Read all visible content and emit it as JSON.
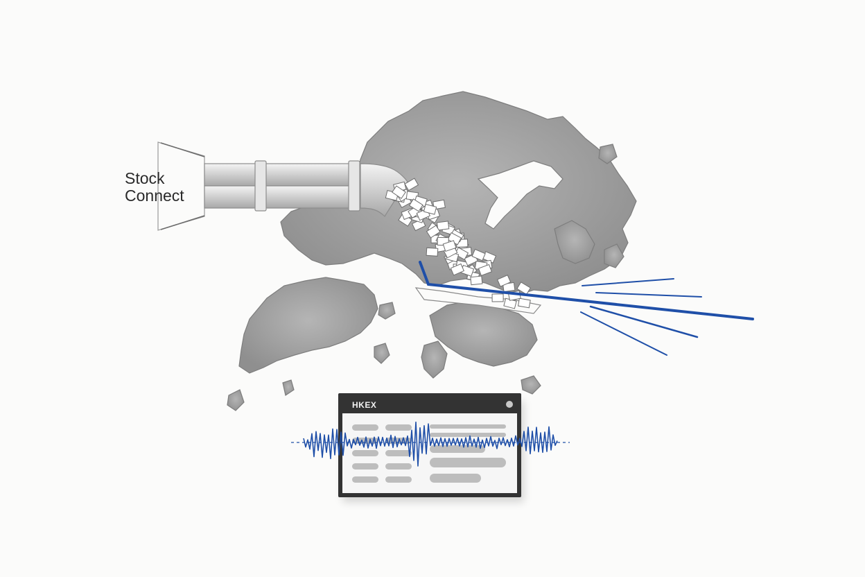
{
  "connector": {
    "label_line1": "Stock",
    "label_line2": "Connect"
  },
  "exchange_panel": {
    "title": "HKEX"
  },
  "colors": {
    "accent_blue": "#1f4fa8",
    "map_gray": "#9d9d9d",
    "panel_frame": "#333333"
  },
  "icons": [
    "pipe-icon",
    "document-icon",
    "signal-wave-icon",
    "status-dot-icon"
  ]
}
